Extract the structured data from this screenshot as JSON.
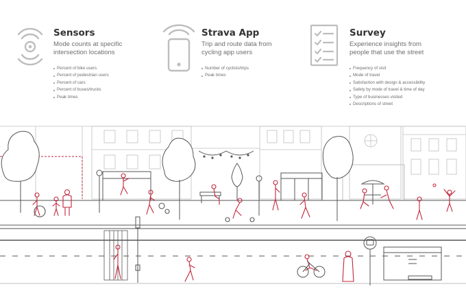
{
  "methods": [
    {
      "icon": "sensor-icon",
      "title": "Sensors",
      "description": [
        "Mode counts at specific",
        "intersection locations"
      ],
      "bullets": [
        "Percent of bike users",
        "Percent of pedestrian users",
        "Percent of cars",
        "Percent of buses/trucks",
        "Peak times"
      ]
    },
    {
      "icon": "smartphone-icon",
      "title": "Strava App",
      "description": [
        "Trip and route data from",
        "cycling app users"
      ],
      "bullets": [
        "Number of cyclists/trips",
        "Peak times"
      ]
    },
    {
      "icon": "survey-checklist-icon",
      "title": "Survey",
      "description": [
        "Experience insights from",
        "people that use the street"
      ],
      "bullets": [
        "Frequency of visit",
        "Mode of travel",
        "Satisfaction with design & accessibility",
        "Safety by mode of travel & time of day",
        "Type of businesses visited",
        "Descriptions of street"
      ]
    }
  ],
  "colors": {
    "line": "#555555",
    "accent": "#c2243a",
    "light": "#bfbfbf"
  }
}
